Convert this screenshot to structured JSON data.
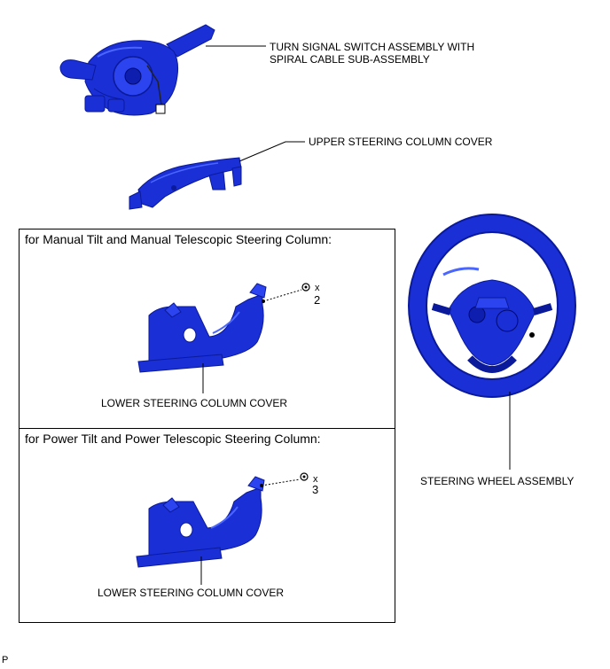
{
  "labels": {
    "turn_signal_line1": "TURN SIGNAL SWITCH ASSEMBLY WITH",
    "turn_signal_line2": "SPIRAL CABLE SUB-ASSEMBLY",
    "upper_cover": "UPPER STEERING COLUMN COVER",
    "steering_wheel": "STEERING WHEEL ASSEMBLY",
    "lower_cover_manual": "LOWER STEERING COLUMN COVER",
    "lower_cover_power": "LOWER STEERING COLUMN COVER"
  },
  "boxes": {
    "manual_title": "for Manual Tilt and Manual Telescopic Steering Column:",
    "power_title": "for Power Tilt and Power Telescopic Steering Column:"
  },
  "screws": {
    "manual_x": "x",
    "manual_count": "2",
    "power_x": "x",
    "power_count": "3"
  },
  "corner_mark": "P",
  "colors": {
    "part_fill": "#1a2fd6",
    "part_dark": "#0a1a9a",
    "part_light": "#4a66ff",
    "line": "#000000"
  },
  "icons": [
    "screw-icon"
  ]
}
